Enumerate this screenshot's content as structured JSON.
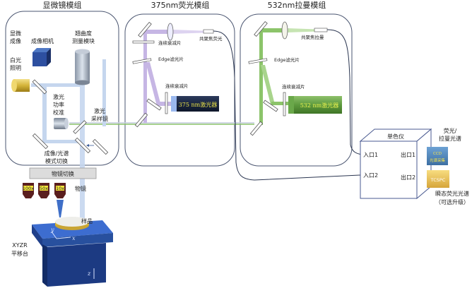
{
  "modules": {
    "microscope": {
      "title": "显微镜模组",
      "imaging_label_1": "显微",
      "imaging_label_2": "成像",
      "camera_label": "成像相机",
      "curvature_label_1": "翘曲度",
      "curvature_label_2": "测量模块",
      "white_light_1": "白光",
      "white_light_2": "照明",
      "power_cal_1": "激光",
      "power_cal_2": "功率",
      "power_cal_3": "校准",
      "sampling_mirror_1": "激光",
      "sampling_mirror_2": "采样镜",
      "mode_switch_1": "成像/光谱",
      "mode_switch_2": "模式切换"
    },
    "fluorescence": {
      "title": "375nm荧光模组",
      "confocal_label": "共聚焦荧光",
      "attenuator_top": "连续衰减片",
      "edge_filter": "Edge滤光片",
      "attenuator_bottom": "连续衰减片",
      "laser_label": "375 nm激光器",
      "beam_color": "#b9a6dc"
    },
    "raman": {
      "title": "532nm拉曼模组",
      "confocal_label": "共聚焦拉曼",
      "edge_filter": "Edge滤光片",
      "attenuator": "连续衰减片",
      "laser_label": "532 nm激光器",
      "beam_color": "#8cc46a"
    }
  },
  "objective": {
    "switch_label": "物镜切换",
    "lenses": [
      "100x",
      "50x",
      "10x"
    ],
    "label": "物镜"
  },
  "stage": {
    "sample_label": "样品",
    "label_1": "XYZR",
    "label_2": "平移台",
    "axis_x": "x",
    "axis_y": "y",
    "axis_z": "z"
  },
  "monochromator": {
    "title": "单色仪",
    "in1": "入口1",
    "in2": "入口2",
    "out1": "出口1",
    "out2": "出口2",
    "spectrum_label_1": "荧光/",
    "spectrum_label_2": "拉曼光谱",
    "ccd_1": "CCD",
    "ccd_2": "光谱采集",
    "tcspc": "TCSPC",
    "transient_1": "瞬态荧光光谱",
    "transient_2": "（可选升级）"
  }
}
